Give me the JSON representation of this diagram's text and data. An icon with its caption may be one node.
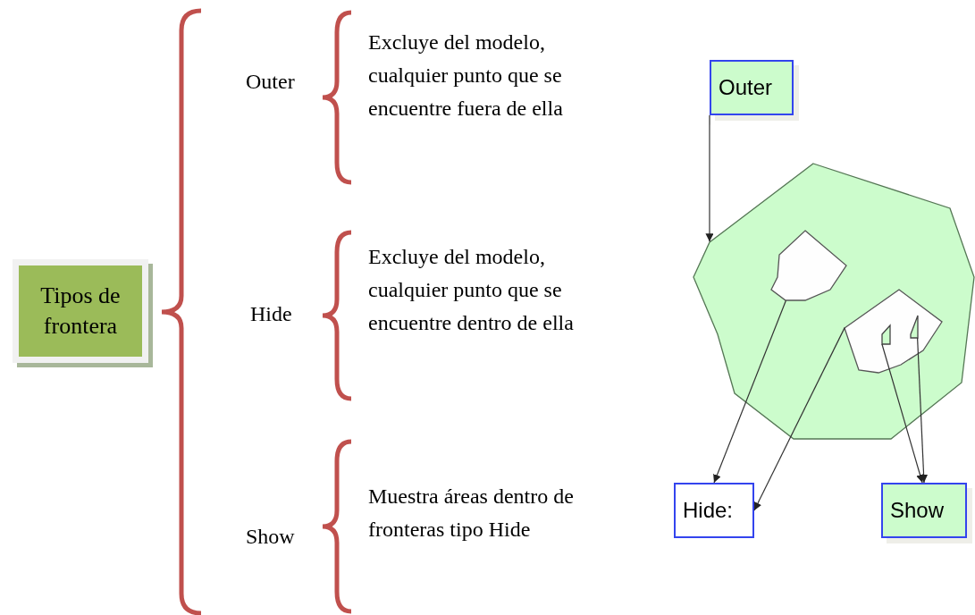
{
  "diagram": {
    "nodes": [
      {
        "text": [
          "Tipos de frontera"
        ]
      },
      {
        "text": [
          "Outer"
        ]
      },
      {
        "text": [],
        "shape": "polygon"
      },
      {
        "text": [],
        "shape": "polygon",
        "in": 2
      },
      {
        "text": [],
        "shape": "polygon",
        "in": 2
      },
      {
        "text": [],
        "shape": "polygon",
        "in": 4
      },
      {
        "text": [],
        "shape": "polygon",
        "in": 4
      },
      {
        "text": [
          "Hide:"
        ]
      },
      {
        "text": [
          "Show"
        ]
      }
    ],
    "edges": [
      {
        "from": 1,
        "to": 2,
        "arrow": "to"
      },
      {
        "from": 3,
        "to": 7,
        "arrow": "to"
      },
      {
        "from": 4,
        "to": 7,
        "arrow": "to"
      },
      {
        "from": 5,
        "to": 8,
        "arrow": "to"
      },
      {
        "from": 6,
        "to": 8,
        "arrow": "to"
      }
    ],
    "labels": [
      "Outer",
      "Excluye del modelo, cualquier punto que se encuentre fuera de ella",
      "Hide",
      "Excluye del modelo, cualquier punto que se encuentre dentro de ella",
      "Show",
      "Muestra áreas dentro de fronteras tipo Hide"
    ]
  }
}
